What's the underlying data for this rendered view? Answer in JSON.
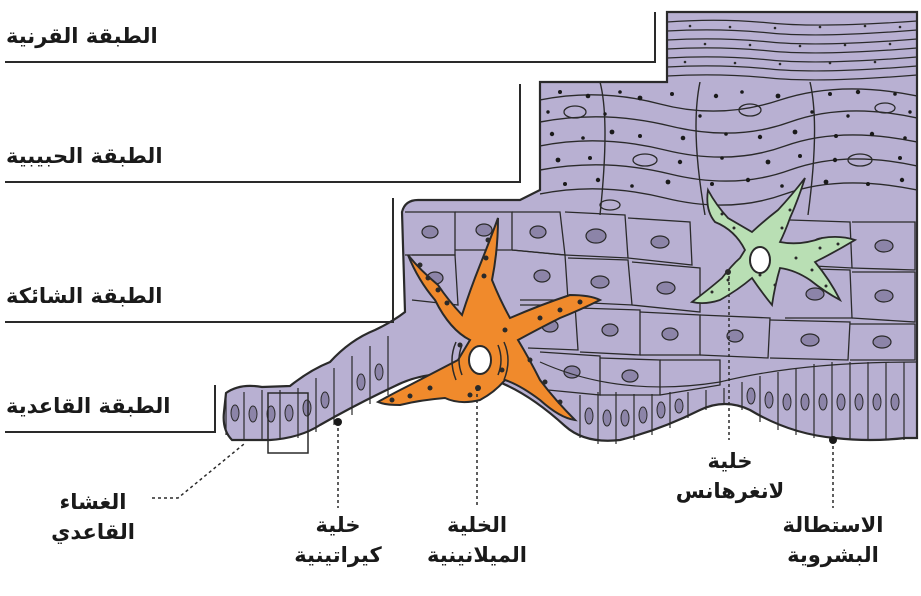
{
  "layers": {
    "corneum": "الطبقة القرنية",
    "granulosum": "الطبقة الحبيبية",
    "spinosum": "الطبقة الشائكة",
    "basale": "الطبقة القاعدية"
  },
  "callouts": {
    "basement_membrane": [
      "الغشاء",
      "القاعدي"
    ],
    "keratinocyte": [
      "خلية",
      "كيراتينية"
    ],
    "melanocyte": [
      "الخلية",
      "الميلانينية"
    ],
    "langerhans": [
      "خلية",
      "لانغرهانس"
    ],
    "rete_ridge": [
      "الاستطالة",
      "البشروية"
    ]
  },
  "colors": {
    "tissue": "#b8b0d2",
    "outline": "#2a2a2a",
    "melanocyte": "#f08a2c",
    "langerhans": "#b9dfb4",
    "text": "#1a1a1a"
  }
}
